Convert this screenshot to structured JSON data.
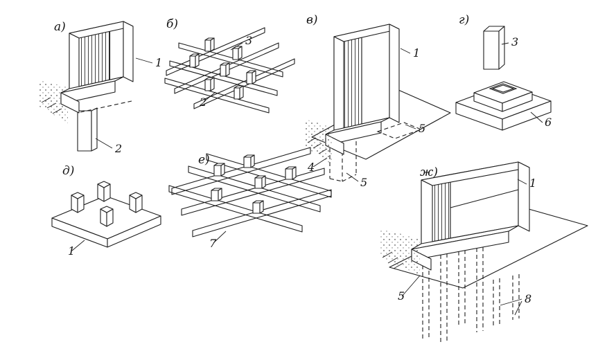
{
  "style": {
    "ink": "#1c1c1c",
    "paper": "#ffffff"
  },
  "panels": {
    "a": {
      "label": "а)",
      "callout_1": "1",
      "callout_2": "2"
    },
    "b": {
      "label": "б)",
      "callout_3": "3",
      "callout_2": "2"
    },
    "v": {
      "label": "в)",
      "callout_1": "1",
      "callout_5_right": "5",
      "callout_4": "4",
      "callout_5_bottom": "5"
    },
    "g": {
      "label": "г)",
      "callout_3": "3",
      "callout_6": "6"
    },
    "d": {
      "label": "д)",
      "callout_1": "1"
    },
    "e": {
      "label": "е)",
      "callout_7": "7"
    },
    "zh": {
      "label": "ж)",
      "callout_1": "1",
      "callout_5": "5",
      "callout_8": "8"
    }
  }
}
